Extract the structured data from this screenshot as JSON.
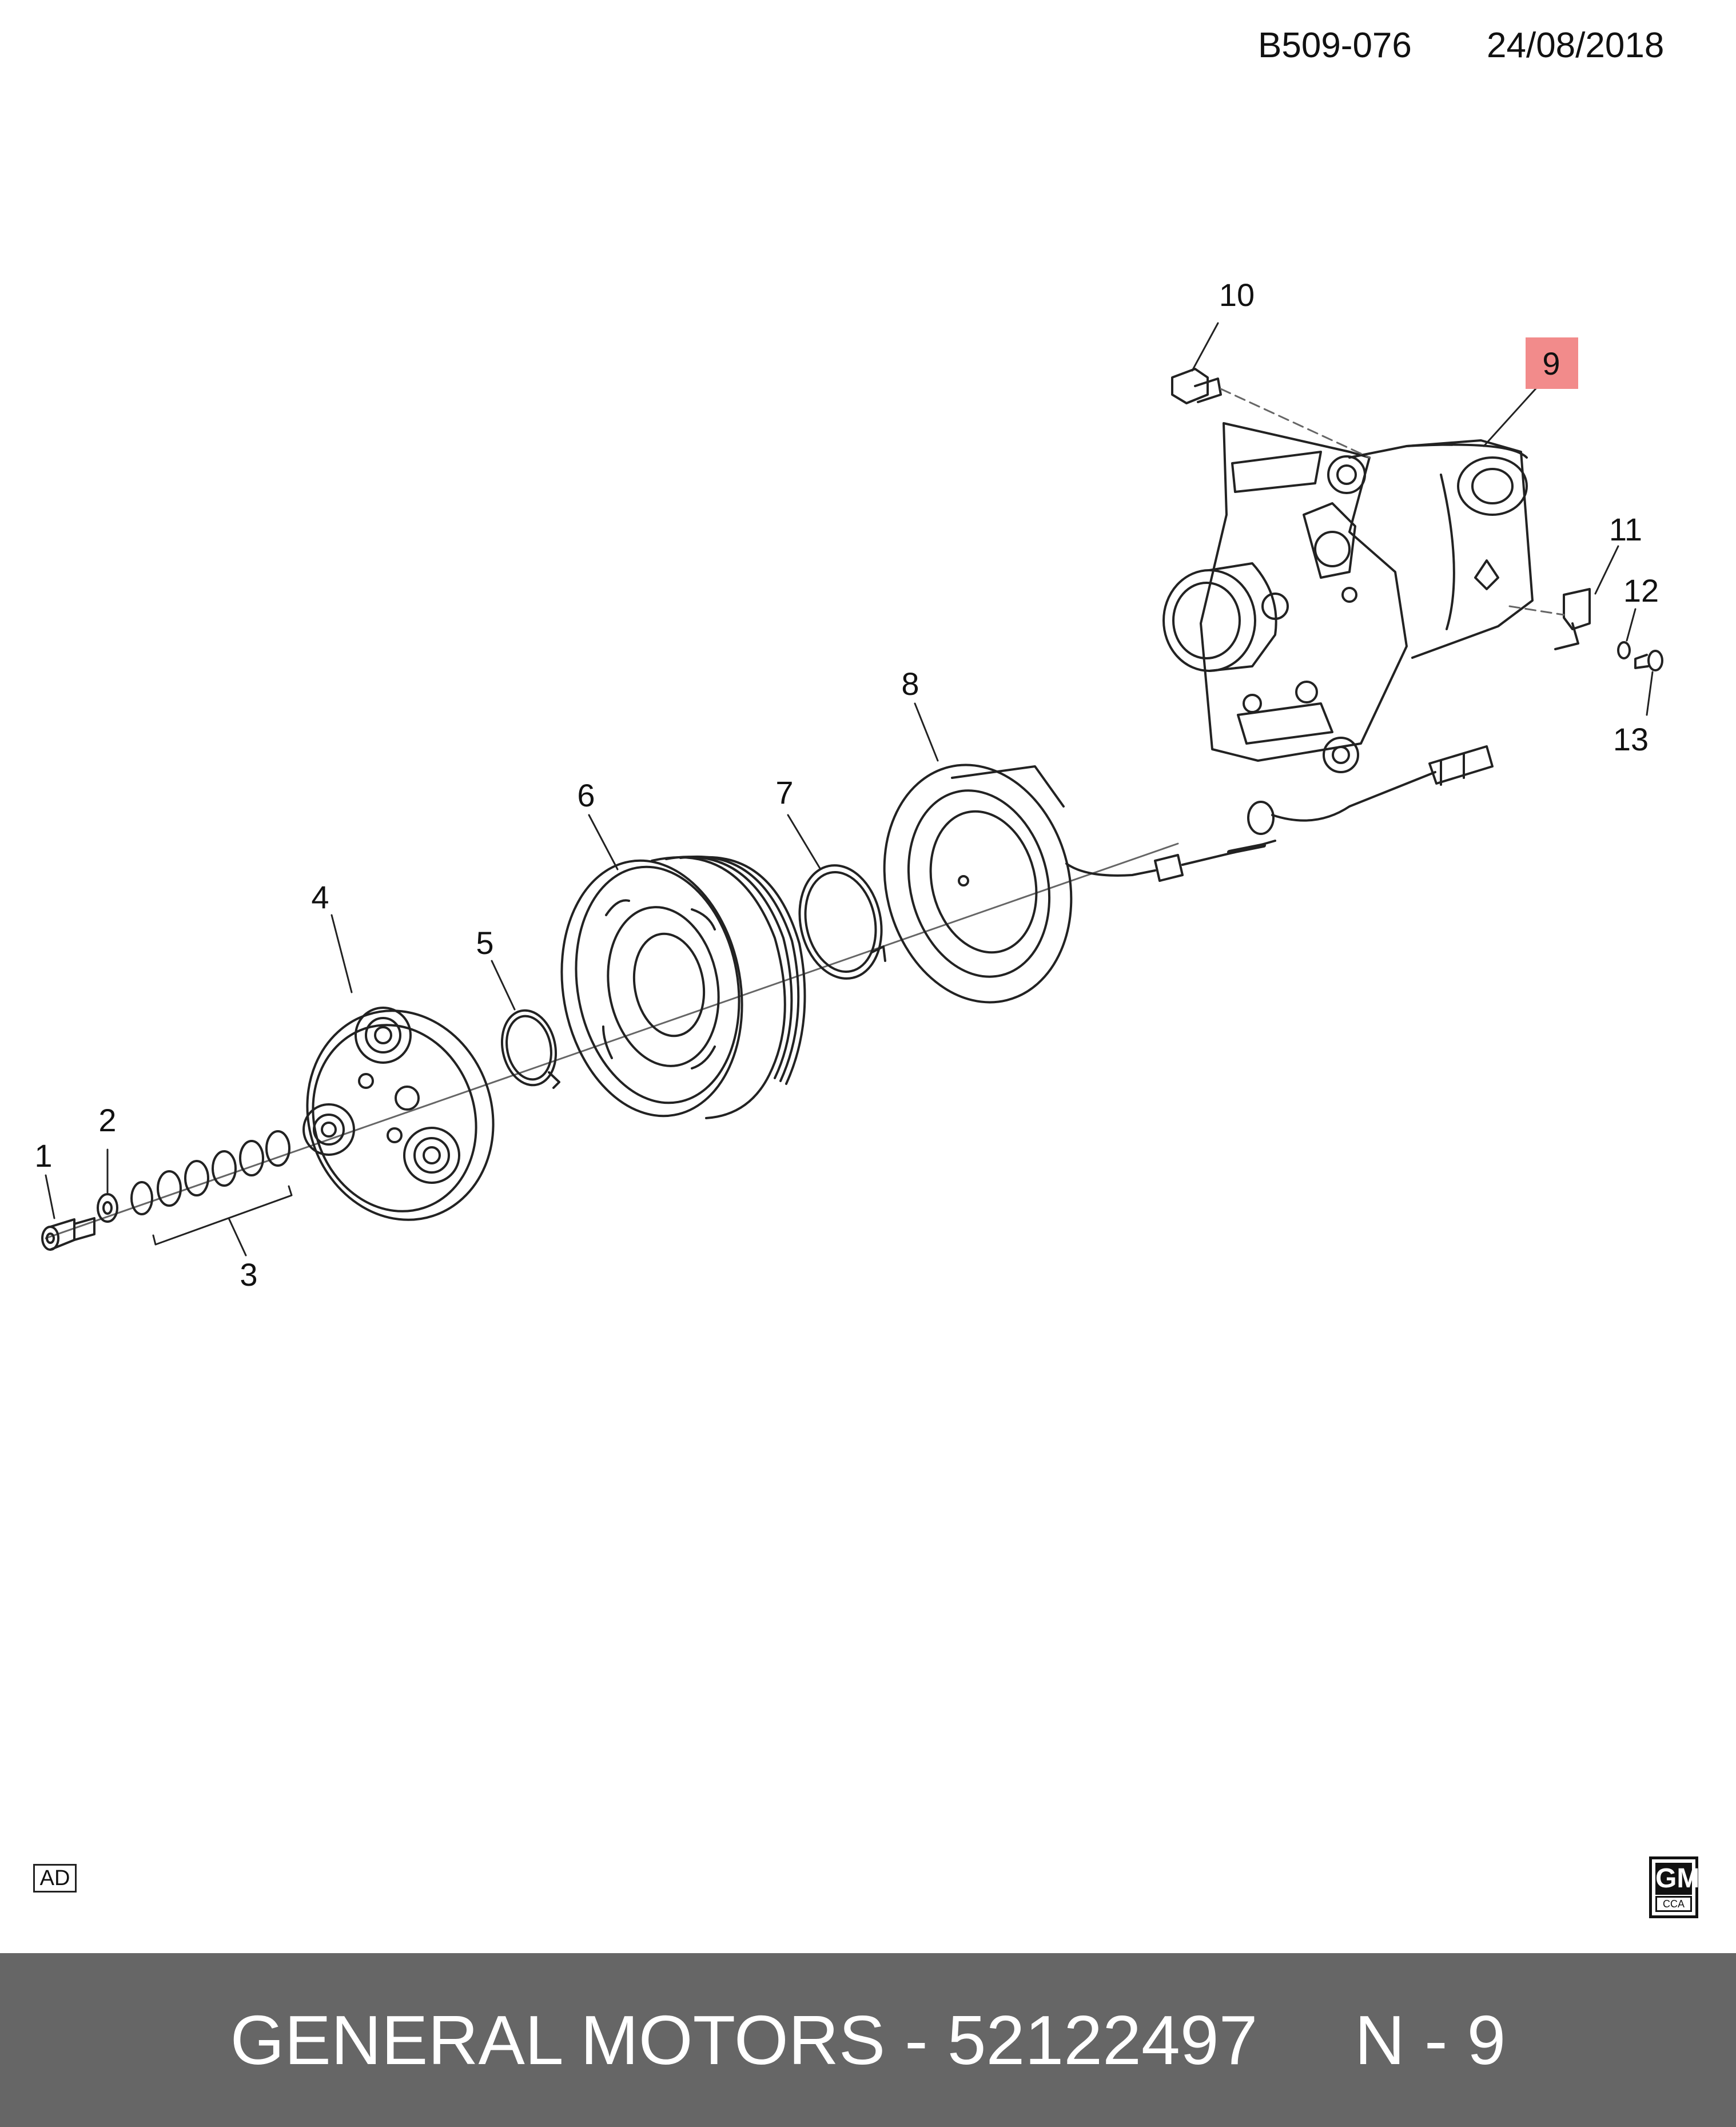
{
  "header": {
    "code": "B509-076",
    "date": "24/08/2018"
  },
  "callouts": [
    {
      "id": "1",
      "label": "1"
    },
    {
      "id": "2",
      "label": "2"
    },
    {
      "id": "3",
      "label": "3"
    },
    {
      "id": "4",
      "label": "4"
    },
    {
      "id": "5",
      "label": "5"
    },
    {
      "id": "6",
      "label": "6"
    },
    {
      "id": "7",
      "label": "7"
    },
    {
      "id": "8",
      "label": "8"
    },
    {
      "id": "9",
      "label": "9",
      "highlighted": true
    },
    {
      "id": "10",
      "label": "10"
    },
    {
      "id": "11",
      "label": "11"
    },
    {
      "id": "12",
      "label": "12"
    },
    {
      "id": "13",
      "label": "13"
    }
  ],
  "highlight_color": "#f28b8b",
  "badges": {
    "ad": "AD",
    "gm_logo": "GM",
    "gm_sub": "CCA"
  },
  "footer": {
    "text": "GENERAL MOTORS - 52122497     N - 9",
    "background": "#666666"
  }
}
